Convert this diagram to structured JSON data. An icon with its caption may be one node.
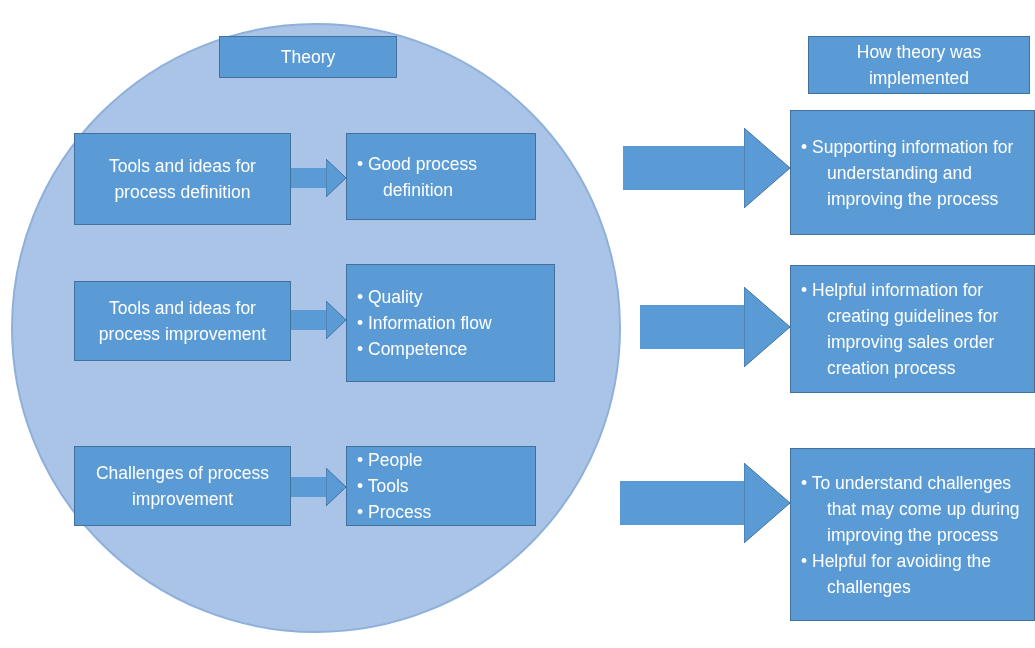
{
  "diagram": {
    "nodes": [
      {
        "text": [],
        "shape": "circle"
      },
      {
        "text": [
          "Theory"
        ],
        "in": 0
      },
      {
        "text": [
          "Tools and ideas for process definition"
        ],
        "in": 0
      },
      {
        "text": [
          "• Good process definition"
        ],
        "in": 0
      },
      {
        "text": [
          "Tools and ideas for process improvement"
        ],
        "in": 0
      },
      {
        "text": [
          "• Quality",
          "• Information flow",
          "• Competence"
        ],
        "in": 0
      },
      {
        "text": [
          "Challenges of process improvement"
        ],
        "in": 0
      },
      {
        "text": [
          "• People",
          "• Tools",
          "• Process"
        ],
        "in": 0
      },
      {
        "text": [
          "How theory was implemented"
        ]
      },
      {
        "text": [
          "• Supporting information for understanding and improving the process"
        ]
      },
      {
        "text": [
          "• Helpful information for creating guidelines for improving sales order creation process"
        ]
      },
      {
        "text": [
          "• To understand challenges that may come up during improving the process",
          "• Helpful for avoiding the challenges"
        ]
      }
    ],
    "edges": [
      {
        "from": 2,
        "to": 3,
        "arrow": "to"
      },
      {
        "from": 4,
        "to": 5,
        "arrow": "to"
      },
      {
        "from": 6,
        "to": 7,
        "arrow": "to"
      },
      {
        "from": null,
        "to": 9,
        "arrow": "to",
        "style": "thick"
      },
      {
        "from": null,
        "to": 10,
        "arrow": "to",
        "style": "thick"
      },
      {
        "from": null,
        "to": 11,
        "arrow": "to",
        "style": "thick"
      }
    ]
  }
}
